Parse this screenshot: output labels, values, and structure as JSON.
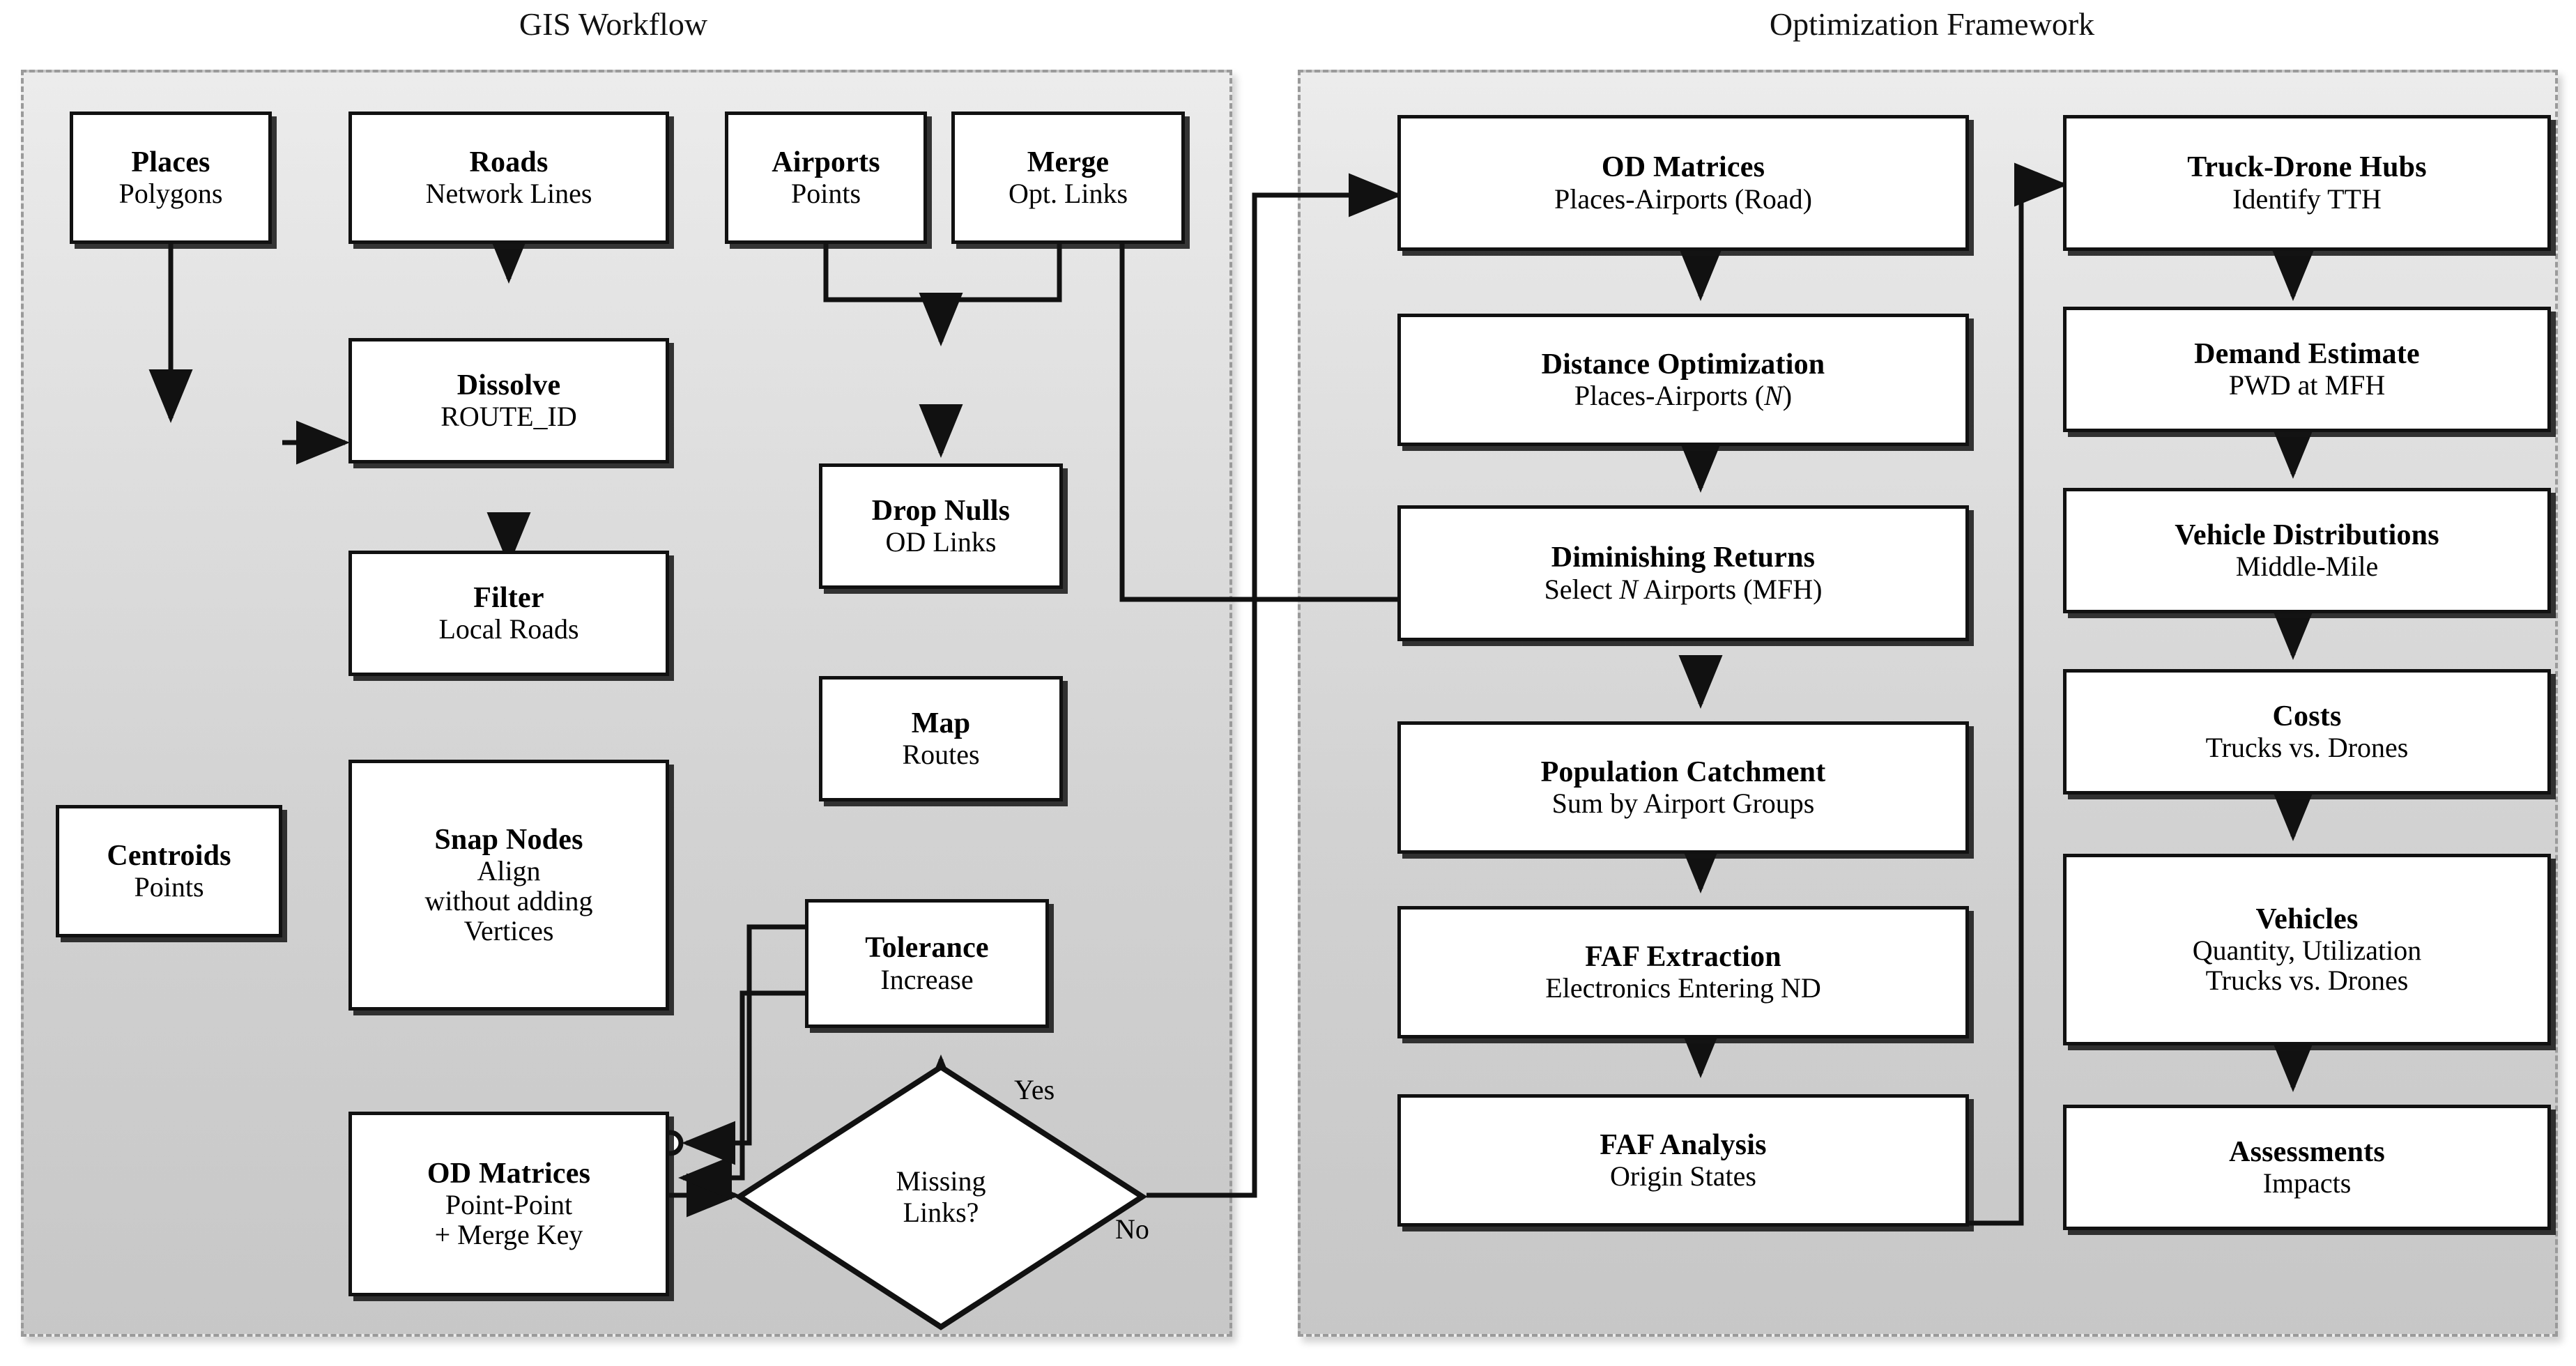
{
  "panels": [
    {
      "key": "gis",
      "title": "GIS Workflow"
    },
    {
      "key": "opt",
      "title": "Optimization Framework"
    }
  ],
  "gis_workflow": {
    "title": "GIS Workflow",
    "nodes": [
      {
        "id": "places",
        "title": "Places",
        "sub": "Polygons"
      },
      {
        "id": "roads",
        "title": "Roads",
        "sub": "Network Lines"
      },
      {
        "id": "airports",
        "title": "Airports",
        "sub": "Points"
      },
      {
        "id": "merge",
        "title": "Merge",
        "sub": "Opt. Links"
      },
      {
        "id": "dissolve",
        "title": "Dissolve",
        "sub": "ROUTE_ID"
      },
      {
        "id": "dropnulls",
        "title": "Drop Nulls",
        "sub": "OD Links"
      },
      {
        "id": "filter",
        "title": "Filter",
        "sub": "Local Roads"
      },
      {
        "id": "map",
        "title": "Map",
        "sub": "Routes"
      },
      {
        "id": "centroids",
        "title": "Centroids",
        "sub": "Points"
      },
      {
        "id": "snapnodes",
        "title": "Snap Nodes",
        "sub": "Align",
        "sub2": "without adding",
        "sub3": "Vertices"
      },
      {
        "id": "tolerance",
        "title": "Tolerance",
        "sub": "Increase"
      },
      {
        "id": "odmatrices",
        "title": "OD Matrices",
        "sub": "Point-Point",
        "sub2": "+ Merge Key"
      }
    ],
    "decision": {
      "id": "missinglinks",
      "line1": "Missing",
      "line2": "Links?"
    },
    "edge_labels": {
      "yes": "Yes",
      "no": "No"
    }
  },
  "optimization_framework": {
    "title": "Optimization Framework",
    "column_left": [
      {
        "id": "od_matrices_opt",
        "title": "OD Matrices",
        "sub": "Places-Airports (Road)"
      },
      {
        "id": "distance_opt",
        "title": "Distance Optimization",
        "sub": "Places-Airports (N)",
        "italic_token": "N"
      },
      {
        "id": "diminishing_returns",
        "title": "Diminishing  Returns",
        "sub": "Select N Airports (MFH)",
        "italic_token": "N"
      },
      {
        "id": "population_catchment",
        "title": "Population Catchment",
        "sub": "Sum by Airport Groups"
      },
      {
        "id": "faf_extraction",
        "title": "FAF Extraction",
        "sub": "Electronics Entering ND"
      },
      {
        "id": "faf_analysis",
        "title": "FAF Analysis",
        "sub": "Origin States"
      }
    ],
    "column_right": [
      {
        "id": "truck_drone_hubs",
        "title": "Truck-Drone Hubs",
        "sub": "Identify TTH"
      },
      {
        "id": "demand_estimate",
        "title": "Demand Estimate",
        "sub": "PWD at MFH"
      },
      {
        "id": "vehicle_distributions",
        "title": "Vehicle Distributions",
        "sub": "Middle-Mile"
      },
      {
        "id": "costs",
        "title": "Costs",
        "sub": "Trucks vs. Drones"
      },
      {
        "id": "vehicles",
        "title": "Vehicles",
        "sub": "Quantity, Utilization",
        "sub2": "Trucks vs. Drones"
      },
      {
        "id": "assessments",
        "title": "Assessments",
        "sub": "Impacts"
      }
    ]
  },
  "colors": {
    "panel_fill_top": "#ececec",
    "panel_fill_bottom": "#c7c7c7",
    "panel_border": "#9a9a9a",
    "node_border": "#111111",
    "node_fill": "#ffffff",
    "text": "#000000",
    "page_background": "#ffffff"
  }
}
